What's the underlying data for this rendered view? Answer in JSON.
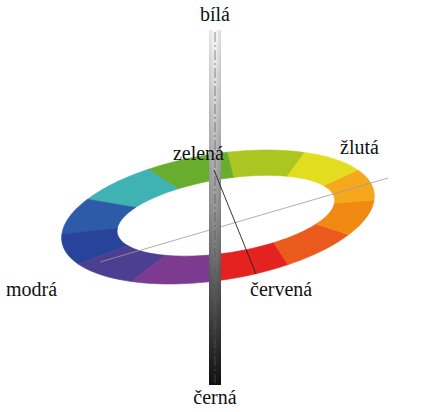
{
  "diagram": {
    "labels": [
      "bílá",
      "zelená",
      "žlutá",
      "modrá",
      "červená",
      "černá"
    ]
  }
}
